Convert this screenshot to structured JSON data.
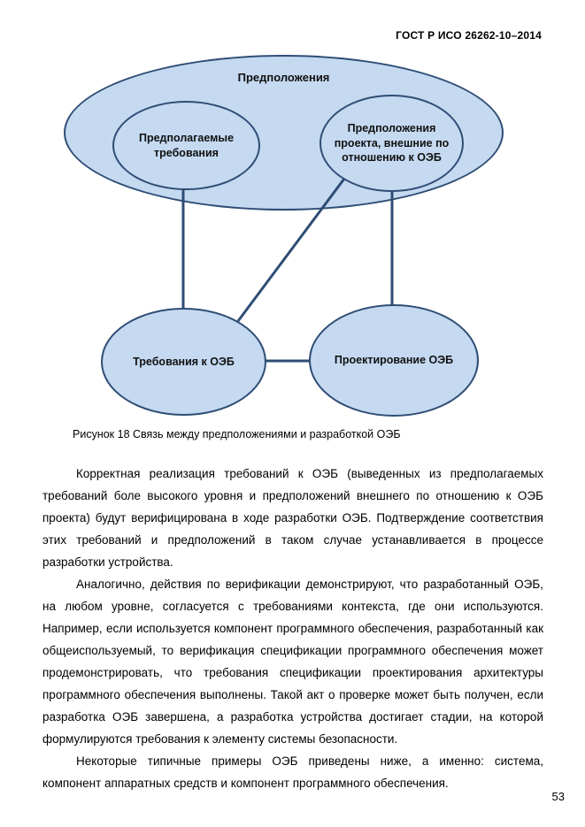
{
  "header": {
    "title": "ГОСТ Р ИСО 26262-10–2014"
  },
  "figure": {
    "outer_label": "Предположения",
    "nodes": {
      "assumed_requirements": "Предполагаемые требования",
      "external_project_assumptions": "Предположения проекта, внешние по отношению к ОЭБ",
      "oeb_requirements": "Требования к ОЭБ",
      "oeb_design": "Проектирование ОЭБ"
    },
    "colors": {
      "ellipse_fill": "#c5d9f1",
      "ellipse_stroke": "#2e4d75",
      "connector": "#2e4d75"
    },
    "caption": "Рисунок 18 Связь между предположениями и разработкой ОЭБ"
  },
  "body": {
    "paragraphs": [
      "Корректная реализация требований к ОЭБ (выведенных из предполагаемых требований боле высокого уровня и предположений внешнего по отношению к ОЭБ проекта) будут верифицирована в ходе разработки ОЭБ. Подтверждение соответствия этих требований и предположений в таком случае устанавливается в процессе разработки устройства.",
      "Аналогично, действия по верификации демонстрируют, что разработанный ОЭБ, на любом уровне, согласуется с требованиями контекста, где они используются. Например, если используется компонент программного обеспечения, разработанный как общеиспользуемый, то верификация спецификации программного обеспечения может продемонстрировать, что требования спецификации проектирования архитектуры программного обеспечения выполнены. Такой акт о проверке может быть получен, если разработка ОЭБ завершена, а разработка устройства достигает стадии, на которой формулируются требования к элементу системы безопасности.",
      "Некоторые типичные примеры ОЭБ приведены ниже, а именно: система, компонент аппаратных средств и компонент программного обеспечения."
    ]
  },
  "footer": {
    "page_number": "53"
  }
}
